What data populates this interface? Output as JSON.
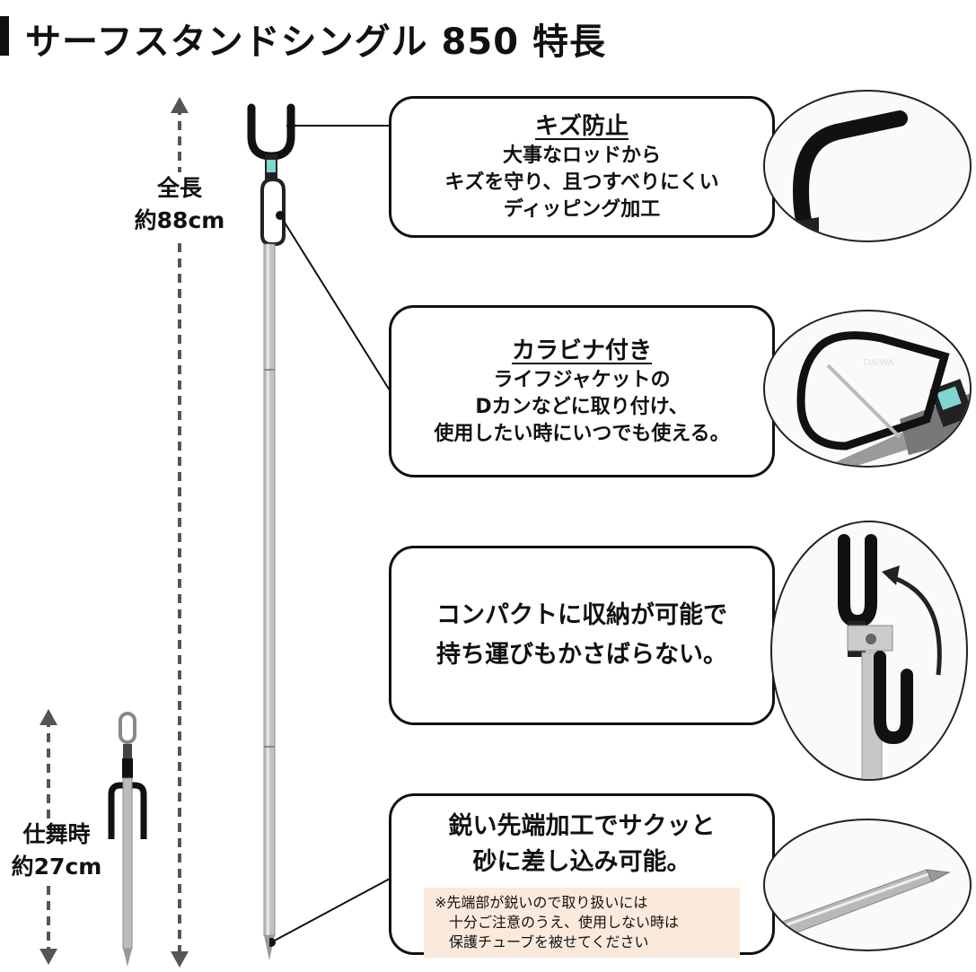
{
  "title": "サーフスタンドシングル 850 特長",
  "dimensions": {
    "full_length": {
      "label": "全長",
      "value": "約88cm"
    },
    "stored_length": {
      "label": "仕舞時",
      "value": "約27cm"
    }
  },
  "features": [
    {
      "heading": "キズ防止",
      "lines": [
        "大事なロッドから",
        "キズを守り、且つすべりにくい",
        "ディッピング加工"
      ]
    },
    {
      "heading": "カラビナ付き",
      "lines": [
        "ライフジャケットの",
        "Dカンなどに取り付け、",
        "使用したい時にいつでも使える。"
      ]
    },
    {
      "heading": "",
      "lines": [
        "コンパクトに収納が可能で",
        "持ち運びもかさばらない。"
      ]
    },
    {
      "heading": "",
      "lines": [
        "鋭い先端加工でサクッと",
        "砂に差し込み可能。"
      ],
      "note": [
        "※先端部が鋭いので取り扱いには",
        "　十分ご注意のうえ、使用しない時は",
        "　保護チューブを被せてください"
      ]
    }
  ],
  "colors": {
    "accent_teal": "#7fd6d0",
    "note_bg": "#fbe9dc",
    "metal": "#b8b8b8"
  }
}
